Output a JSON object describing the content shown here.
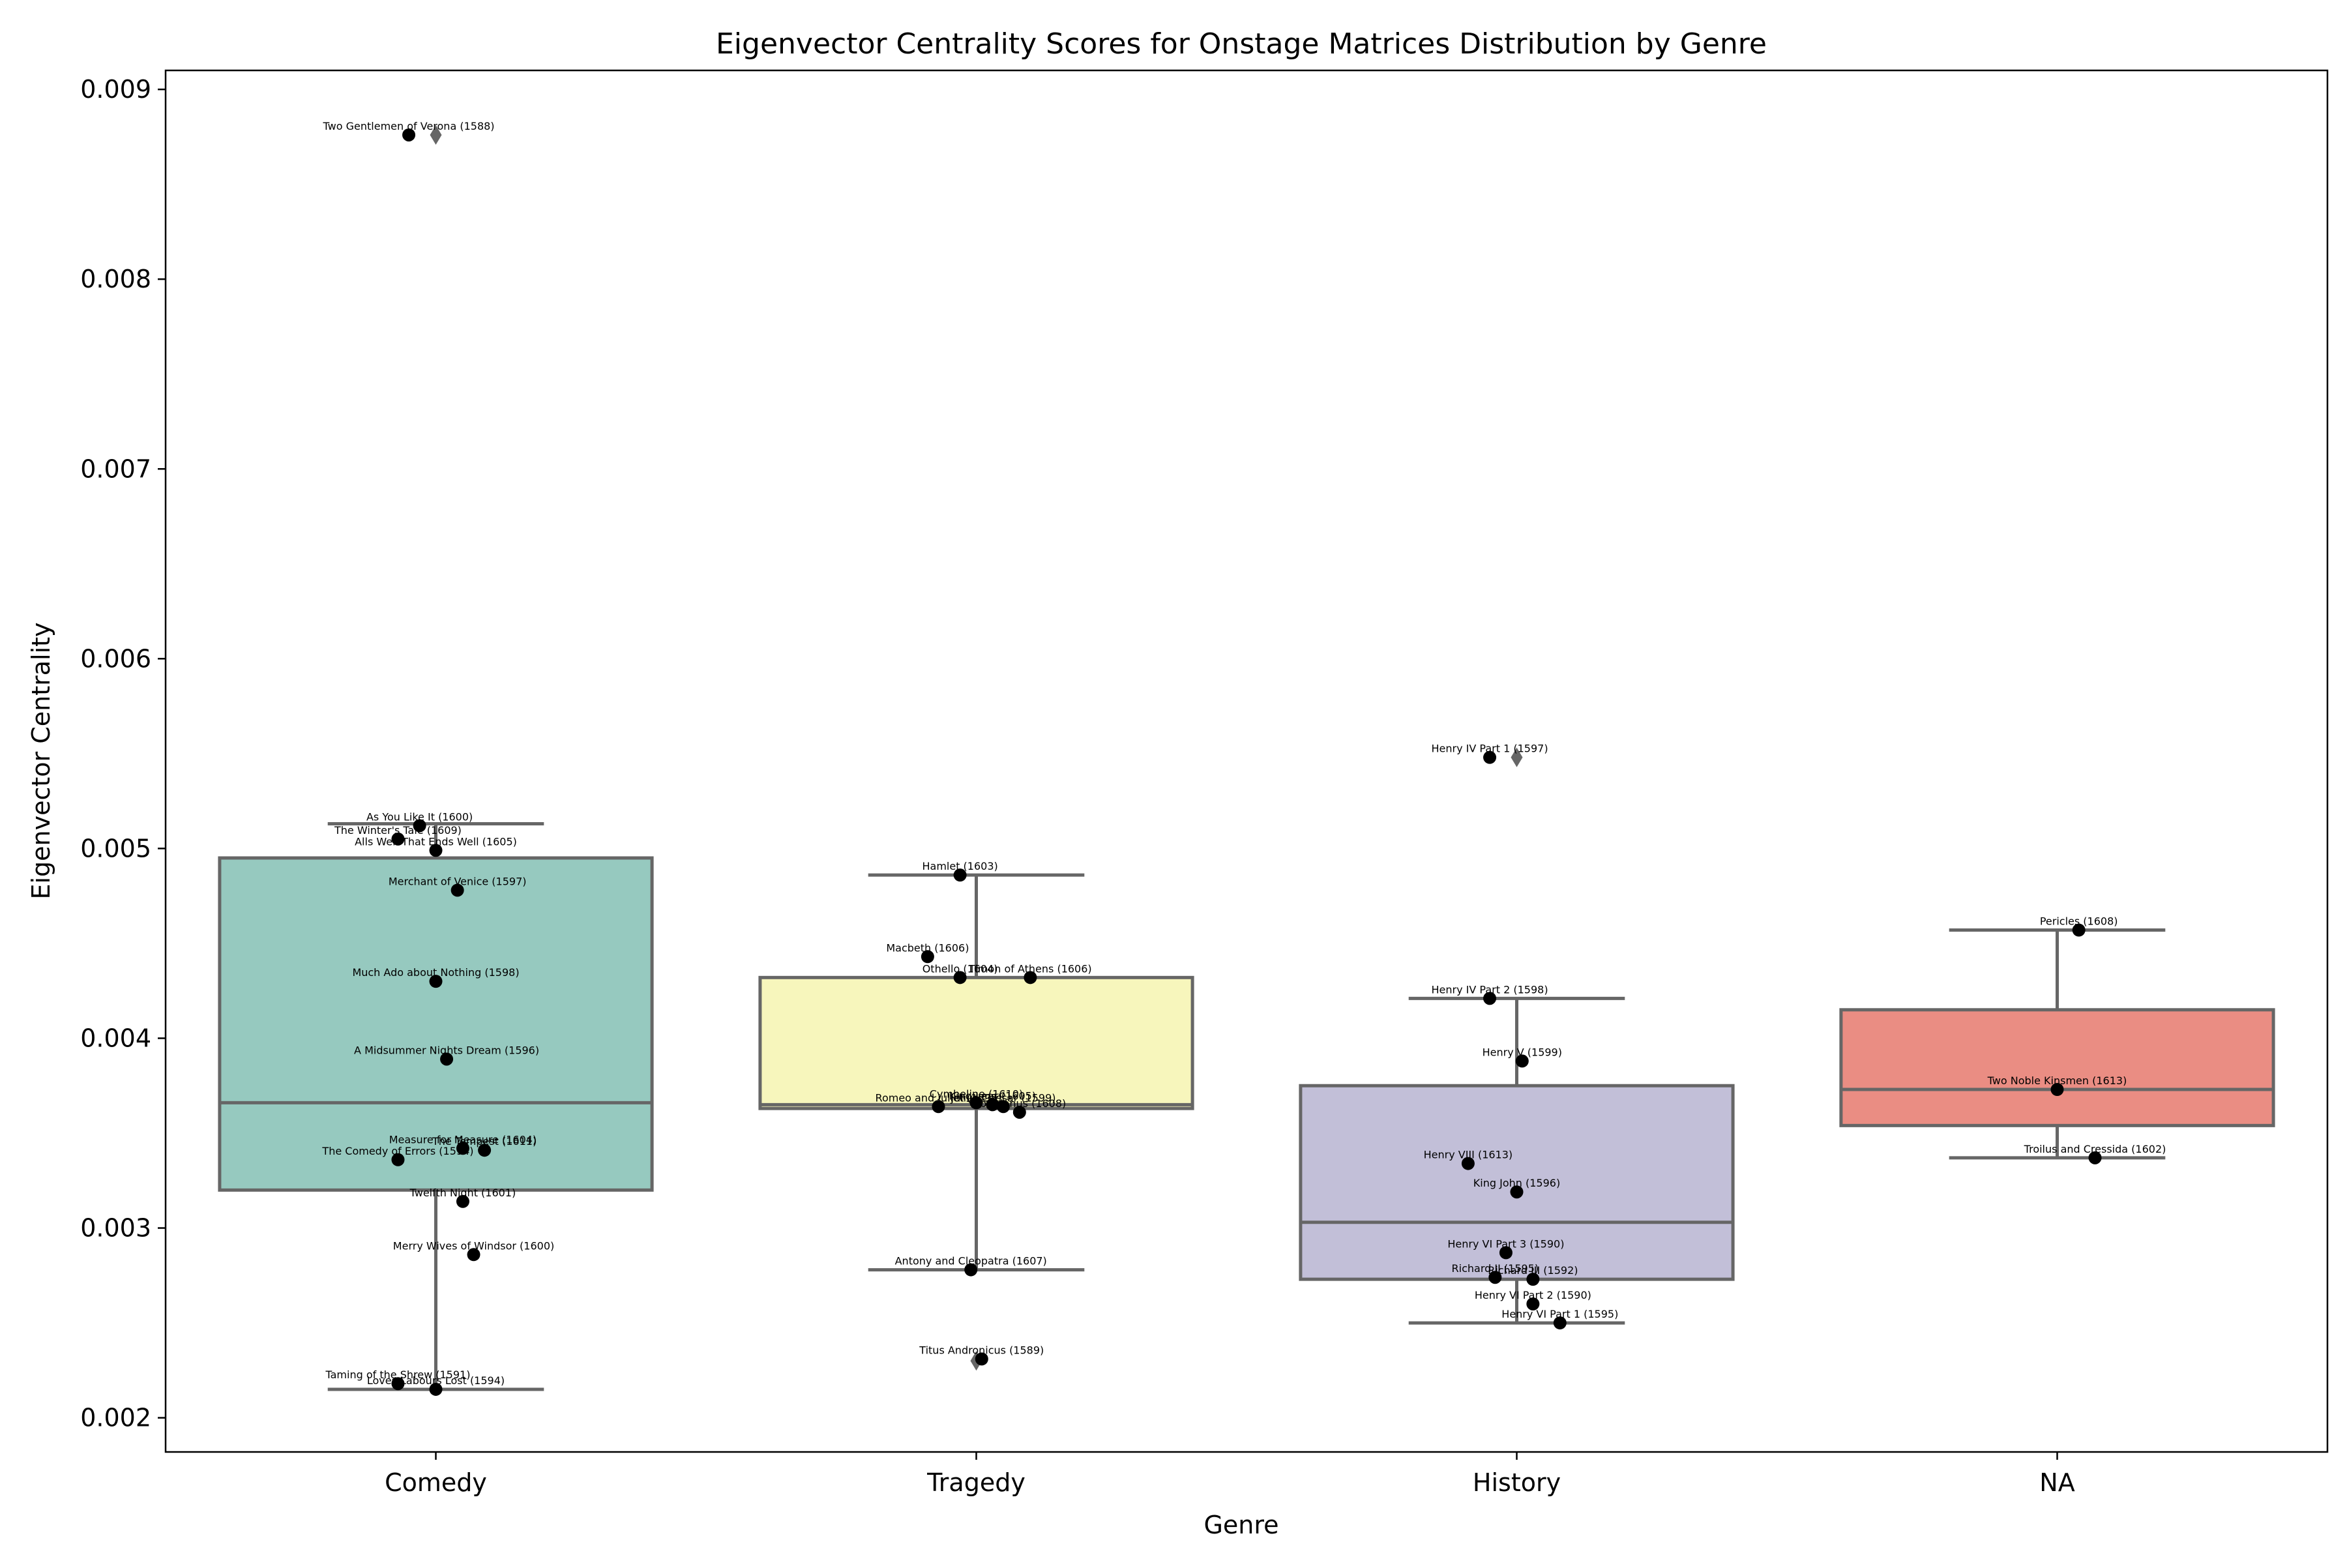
{
  "chart_data": {
    "type": "box",
    "title": "Eigenvector Centrality Scores for Onstage Matrices Distribution by Genre",
    "xlabel": "Genre",
    "ylabel": "Eigenvector Centrality",
    "ylim": [
      0.00182,
      0.0091
    ],
    "yticks": [
      "0.002",
      "0.003",
      "0.004",
      "0.005",
      "0.006",
      "0.007",
      "0.008",
      "0.009"
    ],
    "yticks_values": [
      0.002,
      0.003,
      0.004,
      0.005,
      0.006,
      0.007,
      0.008,
      0.009
    ],
    "categories": [
      "Comedy",
      "Tragedy",
      "History",
      "NA"
    ],
    "colors": {
      "Comedy": "#96c9bf",
      "Tragedy": "#f7f6bc",
      "History": "#c2bfd8",
      "NA": "#ea8d83",
      "box_line": "#666666",
      "points": "#000000"
    },
    "boxes": [
      {
        "category": "Comedy",
        "whisker_low": 0.00215,
        "q1": 0.0032,
        "median": 0.00366,
        "q3": 0.00495,
        "whisker_high": 0.00513,
        "outliers": [
          0.00876
        ]
      },
      {
        "category": "Tragedy",
        "whisker_low": 0.00278,
        "q1": 0.00363,
        "median": 0.00365,
        "q3": 0.00432,
        "whisker_high": 0.00486,
        "outliers": [
          0.0023
        ]
      },
      {
        "category": "History",
        "whisker_low": 0.0025,
        "q1": 0.00273,
        "median": 0.00303,
        "q3": 0.00375,
        "whisker_high": 0.00421,
        "outliers": [
          0.00548
        ]
      },
      {
        "category": "NA",
        "whisker_low": 0.00337,
        "q1": 0.00354,
        "median": 0.00373,
        "q3": 0.00415,
        "whisker_high": 0.00457,
        "outliers": []
      }
    ],
    "points": [
      {
        "genre": "Comedy",
        "label": "Two Gentlemen of Verona (1588)",
        "value": 0.00876,
        "jitter": -0.05
      },
      {
        "genre": "Comedy",
        "label": "As You Like It (1600)",
        "value": 0.00512,
        "jitter": -0.03
      },
      {
        "genre": "Comedy",
        "label": "The Winter's Tale (1609)",
        "value": 0.00505,
        "jitter": -0.07
      },
      {
        "genre": "Comedy",
        "label": "Alls Well That Ends Well (1605)",
        "value": 0.00499,
        "jitter": 0.0
      },
      {
        "genre": "Comedy",
        "label": "Merchant of Venice (1597)",
        "value": 0.00478,
        "jitter": 0.04
      },
      {
        "genre": "Comedy",
        "label": "Much Ado about Nothing (1598)",
        "value": 0.0043,
        "jitter": 0.0
      },
      {
        "genre": "Comedy",
        "label": "A Midsummer Nights Dream (1596)",
        "value": 0.00389,
        "jitter": 0.02
      },
      {
        "genre": "Comedy",
        "label": "Measure for Measure (1604)",
        "value": 0.00342,
        "jitter": 0.05
      },
      {
        "genre": "Comedy",
        "label": "The Tempest (1611)",
        "value": 0.00341,
        "jitter": 0.09
      },
      {
        "genre": "Comedy",
        "label": "The Comedy of Errors (1594)",
        "value": 0.00336,
        "jitter": -0.07
      },
      {
        "genre": "Comedy",
        "label": "Twelfth Night (1601)",
        "value": 0.00314,
        "jitter": 0.05
      },
      {
        "genre": "Comedy",
        "label": "Merry Wives of Windsor (1600)",
        "value": 0.00286,
        "jitter": 0.07
      },
      {
        "genre": "Comedy",
        "label": "Taming of the Shrew (1591)",
        "value": 0.00218,
        "jitter": -0.07
      },
      {
        "genre": "Comedy",
        "label": "Loves Labours Lost (1594)",
        "value": 0.00215,
        "jitter": 0.0
      },
      {
        "genre": "Tragedy",
        "label": "Hamlet (1603)",
        "value": 0.00486,
        "jitter": -0.03
      },
      {
        "genre": "Tragedy",
        "label": "Macbeth (1606)",
        "value": 0.00443,
        "jitter": -0.09
      },
      {
        "genre": "Tragedy",
        "label": "Othello (1604)",
        "value": 0.00432,
        "jitter": -0.03
      },
      {
        "genre": "Tragedy",
        "label": "Timon of Athens (1606)",
        "value": 0.00432,
        "jitter": 0.1
      },
      {
        "genre": "Tragedy",
        "label": "Cymbeline (1610)",
        "value": 0.00366,
        "jitter": 0.0
      },
      {
        "genre": "Tragedy",
        "label": "King Lear (1605)",
        "value": 0.00365,
        "jitter": 0.03
      },
      {
        "genre": "Tragedy",
        "label": "Julius Caesar (1599)",
        "value": 0.00364,
        "jitter": 0.05
      },
      {
        "genre": "Tragedy",
        "label": "Romeo and Juliet (1595)",
        "value": 0.00364,
        "jitter": -0.07
      },
      {
        "genre": "Tragedy",
        "label": "Coriolanus (1608)",
        "value": 0.00361,
        "jitter": 0.08
      },
      {
        "genre": "Tragedy",
        "label": "Antony and Cleopatra (1607)",
        "value": 0.00278,
        "jitter": -0.01
      },
      {
        "genre": "Tragedy",
        "label": "Titus Andronicus (1589)",
        "value": 0.00231,
        "jitter": 0.01
      },
      {
        "genre": "History",
        "label": "Henry IV Part 1 (1597)",
        "value": 0.00548,
        "jitter": -0.05
      },
      {
        "genre": "History",
        "label": "Henry IV Part 2 (1598)",
        "value": 0.00421,
        "jitter": -0.05
      },
      {
        "genre": "History",
        "label": "Henry V (1599)",
        "value": 0.00388,
        "jitter": 0.01
      },
      {
        "genre": "History",
        "label": "Henry VIII (1613)",
        "value": 0.00334,
        "jitter": -0.09
      },
      {
        "genre": "History",
        "label": "King John (1596)",
        "value": 0.00319,
        "jitter": 0.0
      },
      {
        "genre": "History",
        "label": "Henry VI Part 3 (1590)",
        "value": 0.00287,
        "jitter": -0.02
      },
      {
        "genre": "History",
        "label": "Richard II (1595)",
        "value": 0.00274,
        "jitter": -0.04
      },
      {
        "genre": "History",
        "label": "Richard III (1592)",
        "value": 0.00273,
        "jitter": 0.03
      },
      {
        "genre": "History",
        "label": "Henry VI Part 2 (1590)",
        "value": 0.0026,
        "jitter": 0.03
      },
      {
        "genre": "History",
        "label": "Henry VI Part 1 (1595)",
        "value": 0.0025,
        "jitter": 0.08
      },
      {
        "genre": "NA",
        "label": "Pericles (1608)",
        "value": 0.00457,
        "jitter": 0.04
      },
      {
        "genre": "NA",
        "label": "Two Noble Kinsmen (1613)",
        "value": 0.00373,
        "jitter": 0.0
      },
      {
        "genre": "NA",
        "label": "Troilus and Cressida (1602)",
        "value": 0.00337,
        "jitter": 0.07
      }
    ]
  }
}
